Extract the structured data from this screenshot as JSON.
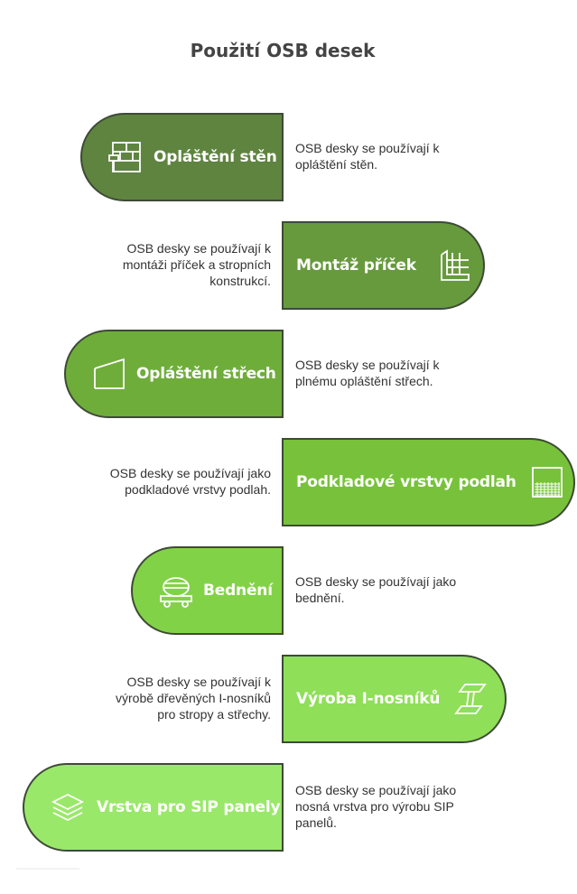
{
  "title": "Použití OSB desek",
  "items": [
    {
      "label": "Opláštění stěn",
      "description": "OSB desky se používají k opláštění stěn.",
      "icon": "wall-cladding-icon",
      "color": "#5f8440"
    },
    {
      "label": "Montáž příček",
      "description": "OSB desky se používají k montáži příček a stropních konstrukcí.",
      "icon": "partition-frame-icon",
      "color": "#679a3d"
    },
    {
      "label": "Opláštění střech",
      "description": "OSB desky se používají k plnému opláštění střech.",
      "icon": "roof-icon",
      "color": "#6fad3b"
    },
    {
      "label": "Podkladové vrstvy podlah",
      "description": "OSB desky se používají jako podkladové vrstvy podlah.",
      "icon": "floor-layer-icon",
      "color": "#77c23a"
    },
    {
      "label": "Bednění",
      "description": "OSB desky se používají jako bednění.",
      "icon": "concrete-mixer-icon",
      "color": "#82d247"
    },
    {
      "label": "Výroba I-nosníků",
      "description": "OSB desky se používají k výrobě dřevěných I-nosníků pro stropy a střechy.",
      "icon": "i-beam-icon",
      "color": "#8fdf58"
    },
    {
      "label": "Vrstva pro SIP panely",
      "description": "OSB desky se používají jako nosná vrstva pro výrobu SIP panelů.",
      "icon": "layers-icon",
      "color": "#9ae86a"
    }
  ]
}
